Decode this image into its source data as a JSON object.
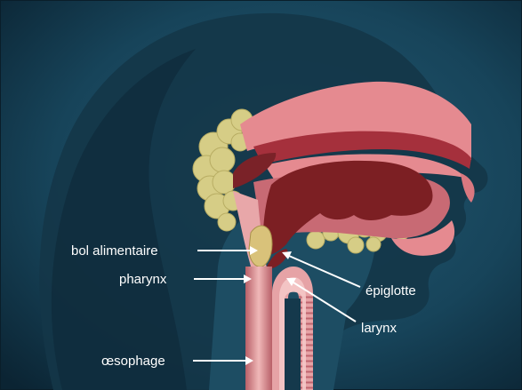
{
  "labels": {
    "bolus": "bol alimentaire",
    "pharynx": "pharynx",
    "epiglottis": "épiglotte",
    "larynx": "larynx",
    "esophagus": "œsophage"
  },
  "colors": {
    "background_dark": "#0d2a3a",
    "background_mid": "#1c4a60",
    "silhouette": "#15394c",
    "palate_pink": "#e0838a",
    "palate_red": "#9e2f3a",
    "tongue": "#7a1f22",
    "gland_yellow": "#d9d08a",
    "throat_pink": "#e8a7a9",
    "trachea_ring": "#c9727b",
    "label_text": "#ffffff"
  }
}
